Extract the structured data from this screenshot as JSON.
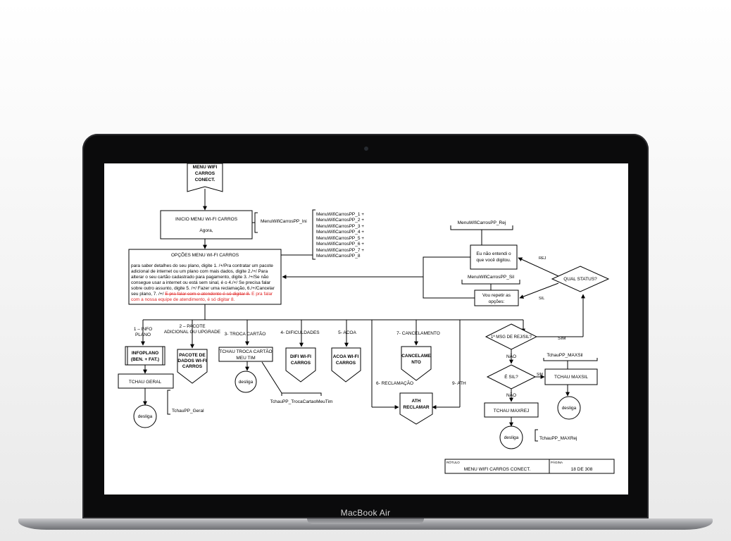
{
  "device": {
    "brand": "MacBook Air"
  },
  "flowchart": {
    "start": [
      "MENU WIFI",
      "CARROS",
      "CONECT."
    ],
    "inicio": {
      "title": "INICIO MENU WI-FI CARROS",
      "text": "Agora,",
      "tag": "MenuWifiCarrosPP_Ini"
    },
    "prompts": [
      "MenuWifiCarrosPP_1 +",
      "MenuWifiCarrosPP_2 +",
      "MenuWifiCarrosPP_3 +",
      "MenuWifiCarrosPP_4 +",
      "MenuWifiCarrosPP_5 +",
      "MenuWifiCarrosPP_6 +",
      "MenuWifiCarrosPP_7 +",
      "MenuWifiCarrosPP_8"
    ],
    "opcoes": {
      "title": "OPÇÕES MENU WI-FI CARROS",
      "lines": [
        "para saber detalhes do seu plano, digite 1. /+/Pra contratar um pacote",
        "adicional de internet ou um plano com mais dados, digite 2./+/ Para",
        "alterar o seu cartão cadastrado para pagamento, digite 3. /+/Se não",
        "consegue usar a internet ou está sem sinal, é o 4./+/  Se precisa falar",
        "sobre outro assunto, digite 5. /+/ Fazer uma reclamação, 6./+/Cancelar"
      ],
      "line6": "seu plano, 7. /+/",
      "line6_struck": "E pra falar com o atendente é só digitar 8.",
      "line6_red": "E pra falar",
      "line7_red": "com a nossa equipe de atendimento, é só digitar 8."
    },
    "rej": {
      "tag": "MenuWifiCarrosPP_Rej",
      "text": [
        "Eu não entendi o",
        "que você digitou."
      ],
      "label": "REJ"
    },
    "sil": {
      "tag": "MenuWifiCarrosPP_Sil",
      "text": [
        "Vou repetir as",
        "opções:"
      ],
      "label": "SIL"
    },
    "qual_status": "QUAL STATUS?",
    "branches": {
      "b1": [
        "1 – INFO",
        "PLANO"
      ],
      "b2": [
        "2 – PACOTE",
        "ADICIONAL OU UPGRADE"
      ],
      "b3": "3- TROCA CARTÃO",
      "b4": "4- DIFICULDADES",
      "b5": "5- ACOA",
      "b6": "6- RECLAMAÇÃO",
      "b7": "7- CANCELAMENTO",
      "b9": "9- ATH"
    },
    "nodes": {
      "infoplano": [
        "INFOPLANO",
        "(BEN. + FAT.)"
      ],
      "tchau_geral": "TCHAU GERAL",
      "tchau_geral_tag": "TchauPP_Geral",
      "pacote": [
        "PACOTE DE",
        "DADOS WI-FI",
        "CARROS"
      ],
      "troca": [
        "TCHAU TROCA CARTÃO",
        "MEU TIM"
      ],
      "troca_tag": "TchauPP_TrocaCartaoMeuTim",
      "difi": [
        "DIFI WI-FI",
        "CARROS"
      ],
      "acoa": [
        "ACOA WI-FI",
        "CARROS"
      ],
      "cancelamento": [
        "CANCELAME",
        "NTO"
      ],
      "ath": [
        "ATH",
        "RECLAMAR"
      ],
      "desliga": "desliga"
    },
    "decisions": {
      "msg": "1ª MSG DE REJ/SIL?",
      "sil": "É SIL?",
      "sim": "SIM",
      "nao": "NÃO",
      "sim_short": "SIM"
    },
    "tchau_maxsil": {
      "tag": "TchauPP_MAXSil",
      "label": "TCHAU MAXSIL"
    },
    "tchau_maxrej": {
      "label": "TCHAU MAXREJ",
      "tag": "TchauPP_MAXRej"
    },
    "footer": {
      "rotulo_label": "RÓTULO",
      "pagina_label": "PÁGINA",
      "rotulo": "MENU WIFI CARROS CONECT.",
      "pagina": "18 DE 308"
    }
  },
  "colors": {
    "strike_red": "#e02020",
    "line": "#000000",
    "bezel": "#0b0b0c"
  }
}
